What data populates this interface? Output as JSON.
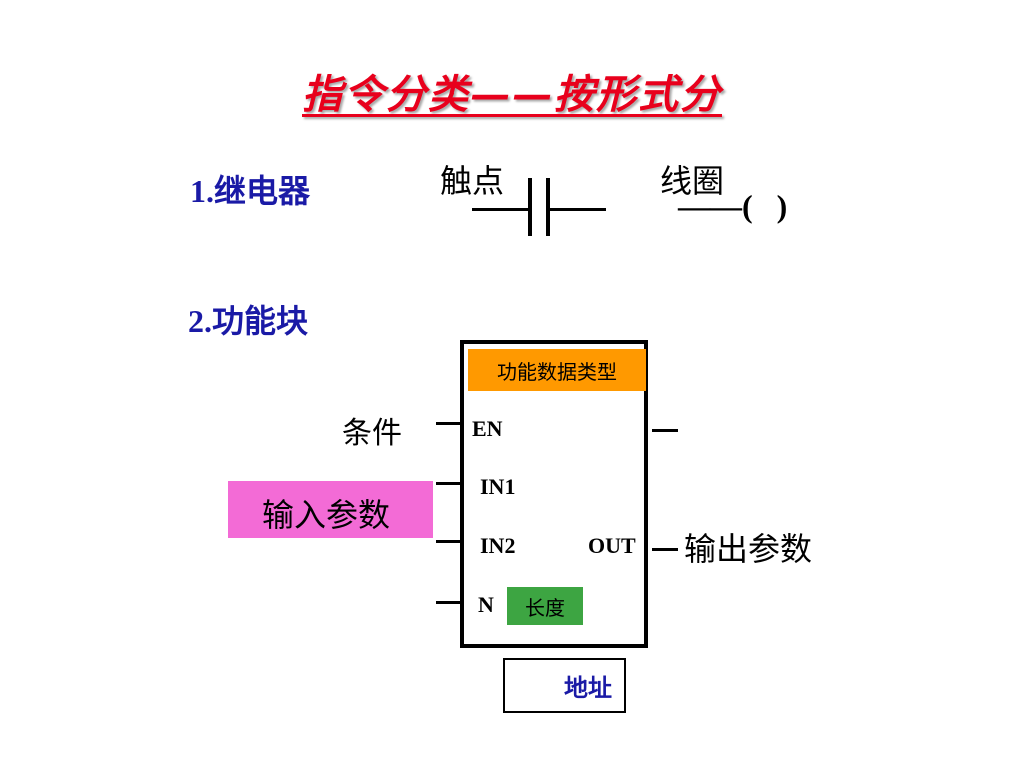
{
  "title": "指令分类——按形式分",
  "section1": {
    "number": "1.",
    "label": "继电器"
  },
  "contact_label": "触点",
  "coil_label": "线圈",
  "coil_symbol": "——(   )",
  "section2": {
    "number": "2.",
    "label": "功能块"
  },
  "function_block": {
    "type_label": "功能数据类型",
    "ports_in": [
      "EN",
      "IN1",
      "IN2",
      "N"
    ],
    "port_out": "OUT",
    "length_label": "长度",
    "address_label": "地址"
  },
  "condition_label": "条件",
  "input_params_label": "输入参数",
  "output_params_label": "输出参数",
  "colors": {
    "title": "#e8001c",
    "section": "#1a1aa6",
    "type_box": "#ff9900",
    "length_box": "#3da542",
    "input_box": "#f36bd6"
  }
}
